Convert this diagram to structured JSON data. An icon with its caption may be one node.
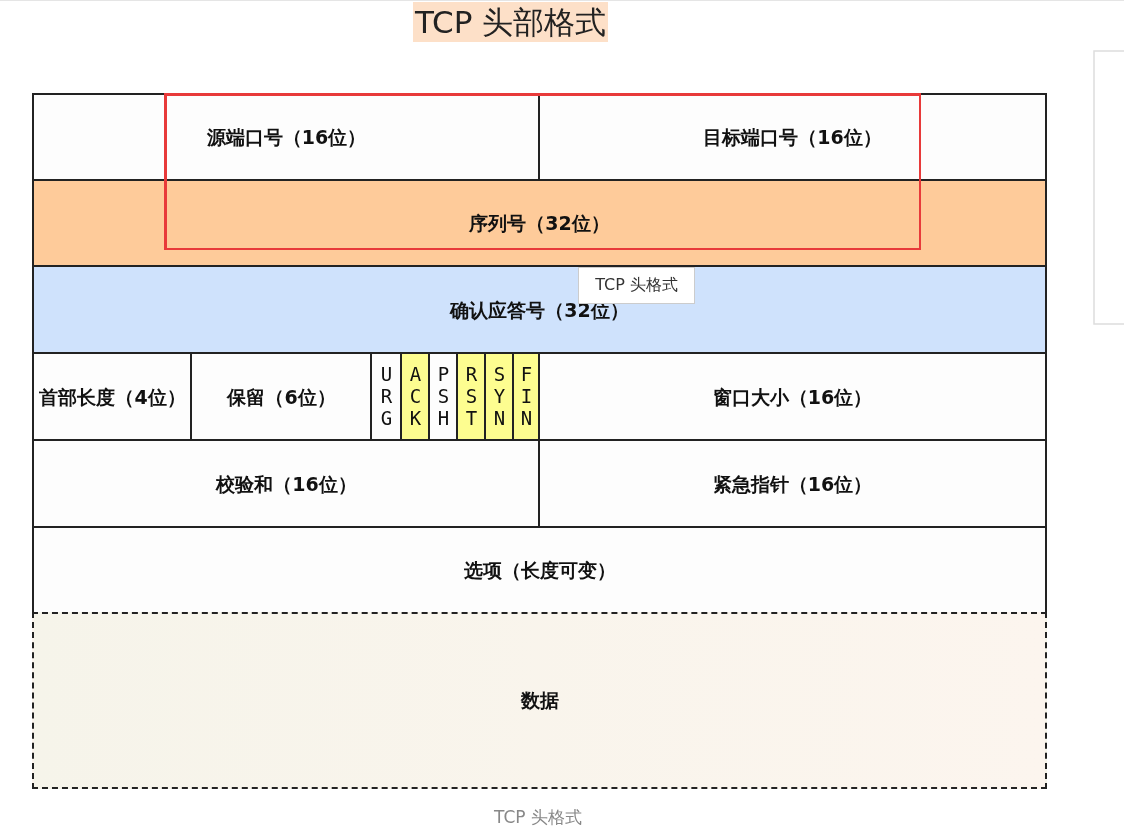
{
  "diagram": {
    "title": "TCP 头部格式",
    "caption": "TCP 头格式",
    "nodes": [
      {
        "text": [
          "源端口号（16位）"
        ]
      },
      {
        "text": [
          "目标端口号（16位）"
        ]
      },
      {
        "text": [
          "序列号（32位）"
        ]
      },
      {
        "text": [
          "确认应答号（32位）"
        ]
      },
      {
        "text": [
          "首部长度（4位）"
        ]
      },
      {
        "text": [
          "保留（6位）"
        ]
      },
      {
        "text": [
          "URG"
        ]
      },
      {
        "text": [
          "ACK"
        ]
      },
      {
        "text": [
          "PSH"
        ]
      },
      {
        "text": [
          "RST"
        ]
      },
      {
        "text": [
          "SYN"
        ]
      },
      {
        "text": [
          "FIN"
        ]
      },
      {
        "text": [
          "窗口大小（16位）"
        ]
      },
      {
        "text": [
          "校验和（16位）"
        ]
      },
      {
        "text": [
          "紧急指针（16位）"
        ]
      },
      {
        "text": [
          "选项（长度可变）"
        ]
      },
      {
        "text": [
          "数据"
        ]
      }
    ],
    "edges": [],
    "labels": [
      "TCP 头格式"
    ]
  }
}
